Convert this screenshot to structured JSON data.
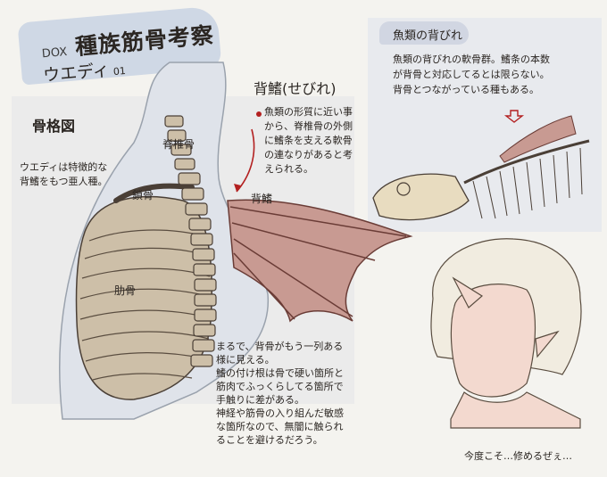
{
  "title": {
    "prefix": "DOX",
    "main": "種族筋骨考察",
    "subtitle": "ウエディ",
    "number": "01"
  },
  "skeleton_section": {
    "heading": "骨格図",
    "description_lines": [
      "ウエディは特徴的な",
      "背鰭をもつ亜人種。"
    ],
    "labels": {
      "spine": "脊椎骨",
      "clavicle": "鎖骨",
      "ribs": "肋骨",
      "dorsal_fin": "背鰭"
    }
  },
  "fin_section": {
    "heading": "背鰭(せびれ)",
    "note_lines": [
      "魚類の形質に近い事",
      "から、脊椎骨の外側",
      "に鰭条を支える軟骨",
      "の連なりがあると考",
      "えられる。"
    ]
  },
  "fish_section": {
    "heading": "魚類の背びれ",
    "text_lines": [
      "魚類の背びれの軟骨群。鰭条の本数",
      "が背骨と対応してるとは限らない。",
      "背骨とつながっている種もある。"
    ]
  },
  "bottom_note": {
    "lines": [
      "まるで、背骨がもう一列ある",
      "様に見える。",
      "鰭の付け根は骨で硬い箇所と",
      "筋肉でふっくらしてる箇所で",
      "手触りに差がある。",
      "神経や筋骨の入り組んだ敏感",
      "な箇所なので、無闇に触られ",
      "ることを避けるだろう。"
    ]
  },
  "speech": "今度こそ…修めるぜぇ…",
  "colors": {
    "bone": "#cdbfa8",
    "fin": "#b98a82",
    "accent_red": "#b32020",
    "panel_bg": "#ebebeb",
    "title_bg": "#cfd8e5"
  }
}
